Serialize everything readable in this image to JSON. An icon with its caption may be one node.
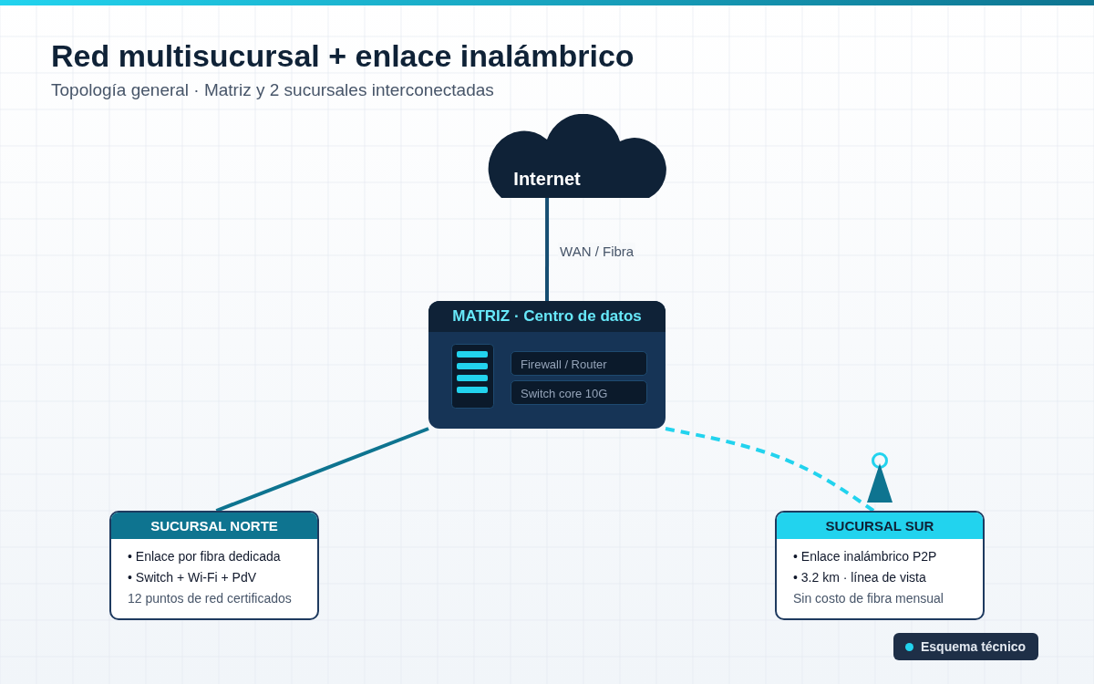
{
  "diagram": {
    "title": "Red multisucursal + enlace inalámbrico",
    "caption": "Topología general · Matriz y 2 sucursales interconectadas",
    "nodes": [
      {
        "text": [
          "Internet"
        ]
      },
      {
        "text": [
          "MATRIZ · Centro de datos"
        ]
      },
      {
        "text": [
          "Firewall / Router"
        ],
        "in": 1
      },
      {
        "text": [
          "Switch core 10G"
        ],
        "in": 1
      },
      {
        "text": [
          "SUCURSAL NORTE",
          "• Enlace por fibra dedicada",
          "• Switch + Wi-Fi + PdV",
          "12 puntos de red certificados"
        ]
      },
      {
        "text": [
          "SUCURSAL SUR",
          "• Enlace inalámbrico P2P",
          "• 3.2 km · línea de vista",
          "Sin costo de fibra mensual"
        ]
      }
    ],
    "edges": [
      {
        "from": 0,
        "to": 1,
        "arrow": "none",
        "label": "WAN / Fibra"
      },
      {
        "from": 1,
        "to": 4,
        "arrow": "none",
        "color": "#0e7490"
      },
      {
        "from": 1,
        "to": 5,
        "arrow": "none",
        "style": "dashed",
        "color": "#22d3ee"
      }
    ],
    "labels": [
      "Esquema técnico"
    ]
  }
}
